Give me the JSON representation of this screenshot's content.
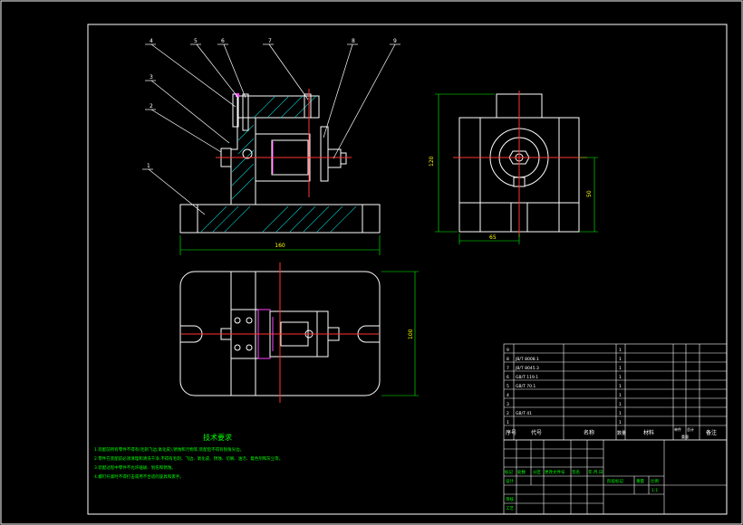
{
  "colors": {
    "background": "#000000",
    "outline": "#ffffff",
    "centerline": "#ff3333",
    "dimension": "#00ff00",
    "hatch": "#00dddd",
    "highlight": "#ff44ff",
    "text_green": "#00ff00",
    "text_yellow": "#ffff00"
  },
  "callouts": [
    "4",
    "5",
    "6",
    "7",
    "8",
    "9",
    "3",
    "2",
    "1"
  ],
  "dimensions": {
    "front_width": "160",
    "side_height": "120",
    "side_center_height": "50",
    "side_half_width": "65",
    "top_depth": "100"
  },
  "tech_requirements": {
    "title": "技术要求",
    "lines": [
      "1.装配前所有零件不得有(毛刺飞边,氧化皮),锈蚀和污物等,装配后不得有锐角尖边。",
      "2.零件在装配前必须清理和清洗干净,不得有毛刺、飞边、氧化皮、锈蚀、切屑、油污、着色剂和灰尘等。",
      "3.装配过程中零件不允许磕碰、划伤和锈蚀。",
      "4.螺钉拧紧时不得打击或用不合适的旋具和扳手。"
    ]
  },
  "bom": {
    "rows": [
      {
        "no": "9",
        "code": "",
        "name": "",
        "qty": "1",
        "mat": "",
        "note": ""
      },
      {
        "no": "8",
        "code": "JB/T 8008.1",
        "name": "",
        "qty": "1",
        "mat": "",
        "note": ""
      },
      {
        "no": "7",
        "code": "JB/T 8045.3",
        "name": "",
        "qty": "1",
        "mat": "",
        "note": ""
      },
      {
        "no": "6",
        "code": "GB/T 119.1",
        "name": "",
        "qty": "1",
        "mat": "",
        "note": ""
      },
      {
        "no": "5",
        "code": "GB/T 70.1",
        "name": "",
        "qty": "1",
        "mat": "",
        "note": ""
      },
      {
        "no": "4",
        "code": "",
        "name": "",
        "qty": "1",
        "mat": "",
        "note": ""
      },
      {
        "no": "3",
        "code": "",
        "name": "",
        "qty": "1",
        "mat": "",
        "note": ""
      },
      {
        "no": "2",
        "code": "GB/T 41",
        "name": "",
        "qty": "1",
        "mat": "",
        "note": ""
      },
      {
        "no": "1",
        "code": "",
        "name": "",
        "qty": "1",
        "mat": "",
        "note": ""
      }
    ],
    "header": {
      "no": "序号",
      "code": "代号",
      "name": "名称",
      "qty": "数量",
      "mat": "材料",
      "unit_weight": "单件",
      "total_weight": "总计",
      "weight": "重量",
      "note": "备注"
    }
  },
  "title_block": {
    "rev_labels": [
      "标记",
      "处数",
      "分区",
      "更改文件号",
      "签名",
      "年.月.日"
    ],
    "role_labels": [
      "设计",
      "审核",
      "工艺"
    ],
    "stage_labels": [
      "阶段标记",
      "重量",
      "比例"
    ],
    "scale": "1:1"
  }
}
